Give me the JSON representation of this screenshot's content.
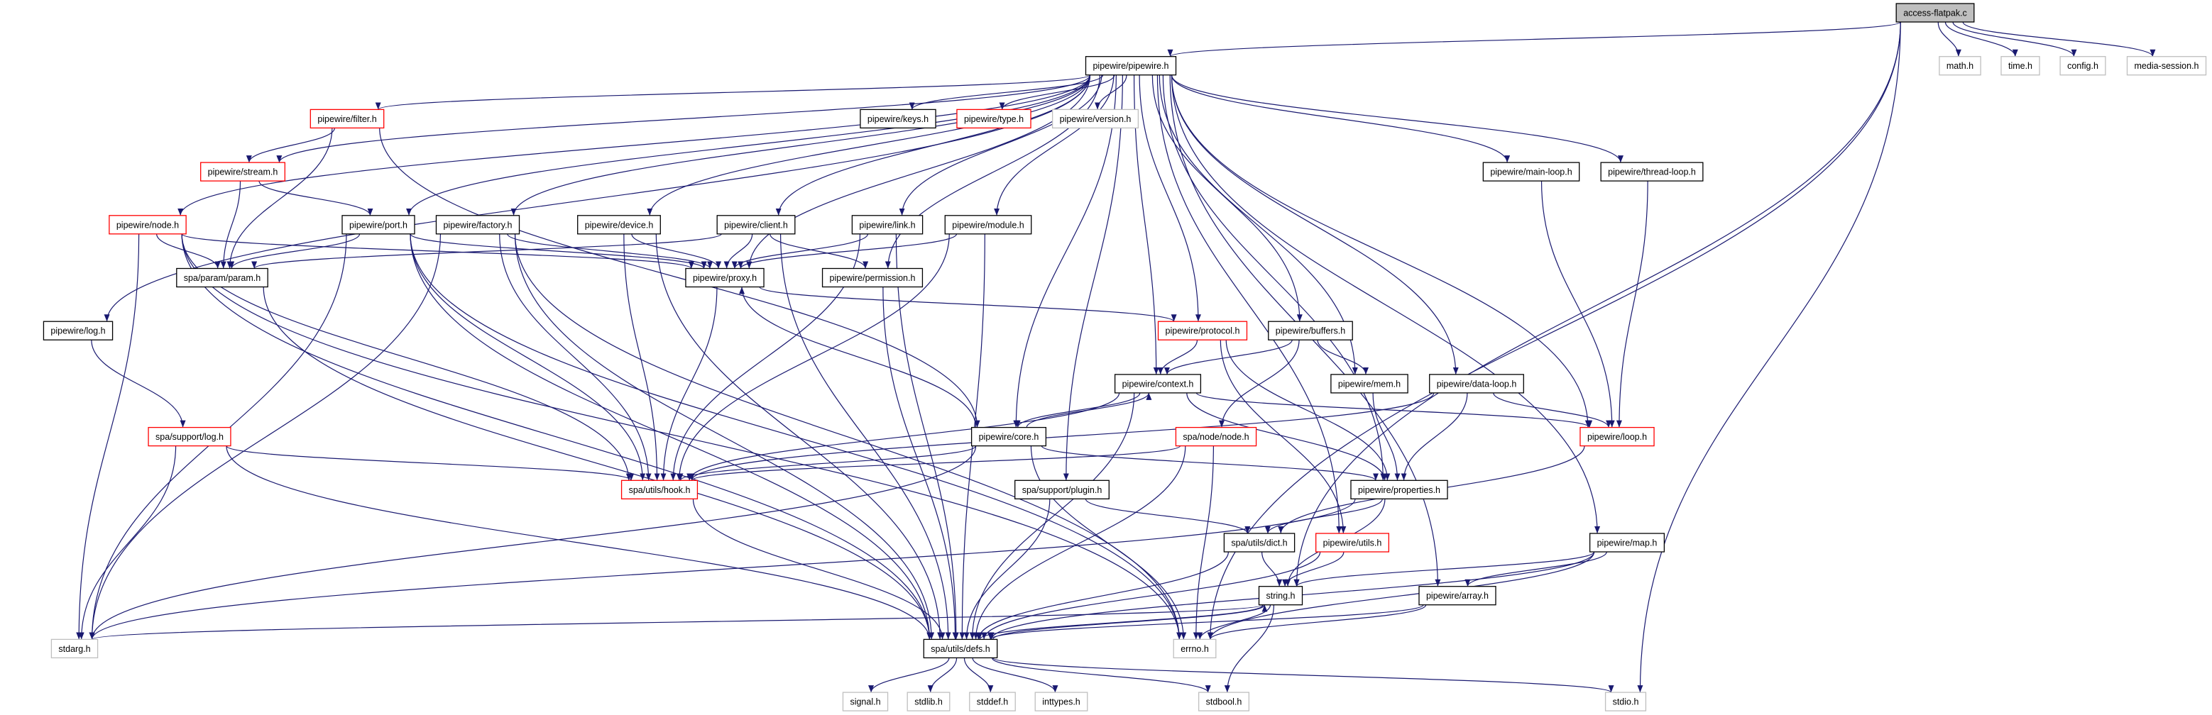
{
  "graph": {
    "colors": {
      "edge": "#191970",
      "node_border_normal": "#000000",
      "node_border_truncated": "#ff0000",
      "node_border_external": "#bfbfbf",
      "root_fill": "#bfbfbf"
    },
    "nodes": [
      {
        "id": "access",
        "label": "access-flatpak.c",
        "kind": "root"
      },
      {
        "id": "pipewire",
        "label": "pipewire/pipewire.h",
        "kind": "normal"
      },
      {
        "id": "math",
        "label": "math.h",
        "kind": "external"
      },
      {
        "id": "time",
        "label": "time.h",
        "kind": "external"
      },
      {
        "id": "config",
        "label": "config.h",
        "kind": "external"
      },
      {
        "id": "media",
        "label": "media-session.h",
        "kind": "external"
      },
      {
        "id": "filter",
        "label": "pipewire/filter.h",
        "kind": "truncated"
      },
      {
        "id": "keys",
        "label": "pipewire/keys.h",
        "kind": "normal"
      },
      {
        "id": "type",
        "label": "pipewire/type.h",
        "kind": "truncated"
      },
      {
        "id": "version",
        "label": "pipewire/version.h",
        "kind": "external"
      },
      {
        "id": "stream",
        "label": "pipewire/stream.h",
        "kind": "truncated"
      },
      {
        "id": "mainloop",
        "label": "pipewire/main-loop.h",
        "kind": "normal"
      },
      {
        "id": "threadloop",
        "label": "pipewire/thread-loop.h",
        "kind": "normal"
      },
      {
        "id": "node",
        "label": "pipewire/node.h",
        "kind": "truncated"
      },
      {
        "id": "port",
        "label": "pipewire/port.h",
        "kind": "normal"
      },
      {
        "id": "factory",
        "label": "pipewire/factory.h",
        "kind": "normal"
      },
      {
        "id": "device",
        "label": "pipewire/device.h",
        "kind": "normal"
      },
      {
        "id": "client",
        "label": "pipewire/client.h",
        "kind": "normal"
      },
      {
        "id": "link",
        "label": "pipewire/link.h",
        "kind": "normal"
      },
      {
        "id": "module",
        "label": "pipewire/module.h",
        "kind": "normal"
      },
      {
        "id": "param",
        "label": "spa/param/param.h",
        "kind": "normal"
      },
      {
        "id": "proxy",
        "label": "pipewire/proxy.h",
        "kind": "normal"
      },
      {
        "id": "permission",
        "label": "pipewire/permission.h",
        "kind": "normal"
      },
      {
        "id": "log",
        "label": "pipewire/log.h",
        "kind": "normal"
      },
      {
        "id": "protocol",
        "label": "pipewire/protocol.h",
        "kind": "truncated"
      },
      {
        "id": "buffers",
        "label": "pipewire/buffers.h",
        "kind": "normal"
      },
      {
        "id": "context",
        "label": "pipewire/context.h",
        "kind": "normal"
      },
      {
        "id": "mem",
        "label": "pipewire/mem.h",
        "kind": "normal"
      },
      {
        "id": "dataloop",
        "label": "pipewire/data-loop.h",
        "kind": "normal"
      },
      {
        "id": "supportlog",
        "label": "spa/support/log.h",
        "kind": "truncated"
      },
      {
        "id": "core",
        "label": "pipewire/core.h",
        "kind": "normal"
      },
      {
        "id": "spanode",
        "label": "spa/node/node.h",
        "kind": "truncated"
      },
      {
        "id": "loop",
        "label": "pipewire/loop.h",
        "kind": "truncated"
      },
      {
        "id": "hook",
        "label": "spa/utils/hook.h",
        "kind": "truncated"
      },
      {
        "id": "plugin",
        "label": "spa/support/plugin.h",
        "kind": "normal"
      },
      {
        "id": "properties",
        "label": "pipewire/properties.h",
        "kind": "normal"
      },
      {
        "id": "dict",
        "label": "spa/utils/dict.h",
        "kind": "normal"
      },
      {
        "id": "utils",
        "label": "pipewire/utils.h",
        "kind": "truncated"
      },
      {
        "id": "map",
        "label": "pipewire/map.h",
        "kind": "normal"
      },
      {
        "id": "string",
        "label": "string.h",
        "kind": "normal"
      },
      {
        "id": "array",
        "label": "pipewire/array.h",
        "kind": "normal"
      },
      {
        "id": "stdarg",
        "label": "stdarg.h",
        "kind": "external"
      },
      {
        "id": "defs",
        "label": "spa/utils/defs.h",
        "kind": "normal"
      },
      {
        "id": "errno",
        "label": "errno.h",
        "kind": "external"
      },
      {
        "id": "signal",
        "label": "signal.h",
        "kind": "external"
      },
      {
        "id": "stdlib",
        "label": "stdlib.h",
        "kind": "external"
      },
      {
        "id": "stddef",
        "label": "stddef.h",
        "kind": "external"
      },
      {
        "id": "inttypes",
        "label": "inttypes.h",
        "kind": "external"
      },
      {
        "id": "stdbool",
        "label": "stdbool.h",
        "kind": "external"
      },
      {
        "id": "stdio",
        "label": "stdio.h",
        "kind": "external"
      }
    ],
    "edges": [
      [
        "access",
        "pipewire"
      ],
      [
        "access",
        "math"
      ],
      [
        "access",
        "time"
      ],
      [
        "access",
        "config"
      ],
      [
        "access",
        "media"
      ],
      [
        "access",
        "string"
      ],
      [
        "access",
        "errno"
      ],
      [
        "access",
        "stdio"
      ],
      [
        "pipewire",
        "filter"
      ],
      [
        "pipewire",
        "stream"
      ],
      [
        "pipewire",
        "node"
      ],
      [
        "pipewire",
        "log"
      ],
      [
        "pipewire",
        "port"
      ],
      [
        "pipewire",
        "factory"
      ],
      [
        "pipewire",
        "device"
      ],
      [
        "pipewire",
        "client"
      ],
      [
        "pipewire",
        "proxy"
      ],
      [
        "pipewire",
        "permission"
      ],
      [
        "pipewire",
        "link"
      ],
      [
        "pipewire",
        "module"
      ],
      [
        "pipewire",
        "keys"
      ],
      [
        "pipewire",
        "type"
      ],
      [
        "pipewire",
        "version"
      ],
      [
        "pipewire",
        "core"
      ],
      [
        "pipewire",
        "plugin"
      ],
      [
        "pipewire",
        "context"
      ],
      [
        "pipewire",
        "protocol"
      ],
      [
        "pipewire",
        "buffers"
      ],
      [
        "pipewire",
        "mem"
      ],
      [
        "pipewire",
        "properties"
      ],
      [
        "pipewire",
        "dataloop"
      ],
      [
        "pipewire",
        "mainloop"
      ],
      [
        "pipewire",
        "threadloop"
      ],
      [
        "pipewire",
        "loop"
      ],
      [
        "pipewire",
        "utils"
      ],
      [
        "pipewire",
        "map"
      ],
      [
        "pipewire",
        "array"
      ],
      [
        "filter",
        "stream"
      ],
      [
        "filter",
        "param"
      ],
      [
        "filter",
        "core"
      ],
      [
        "stream",
        "param"
      ],
      [
        "stream",
        "port"
      ],
      [
        "node",
        "param"
      ],
      [
        "node",
        "proxy"
      ],
      [
        "node",
        "hook"
      ],
      [
        "node",
        "defs"
      ],
      [
        "node",
        "stdarg"
      ],
      [
        "node",
        "errno"
      ],
      [
        "port",
        "param"
      ],
      [
        "port",
        "proxy"
      ],
      [
        "port",
        "hook"
      ],
      [
        "port",
        "defs"
      ],
      [
        "port",
        "stdarg"
      ],
      [
        "port",
        "errno"
      ],
      [
        "factory",
        "proxy"
      ],
      [
        "factory",
        "hook"
      ],
      [
        "factory",
        "defs"
      ],
      [
        "factory",
        "errno"
      ],
      [
        "factory",
        "stdarg"
      ],
      [
        "device",
        "proxy"
      ],
      [
        "device",
        "hook"
      ],
      [
        "device",
        "defs"
      ],
      [
        "client",
        "param"
      ],
      [
        "client",
        "proxy"
      ],
      [
        "client",
        "permission"
      ],
      [
        "client",
        "defs"
      ],
      [
        "link",
        "proxy"
      ],
      [
        "link",
        "hook"
      ],
      [
        "link",
        "defs"
      ],
      [
        "module",
        "proxy"
      ],
      [
        "module",
        "hook"
      ],
      [
        "module",
        "defs"
      ],
      [
        "permission",
        "defs"
      ],
      [
        "proxy",
        "protocol"
      ],
      [
        "proxy",
        "hook"
      ],
      [
        "param",
        "defs"
      ],
      [
        "log",
        "supportlog"
      ],
      [
        "supportlog",
        "hook"
      ],
      [
        "supportlog",
        "stdarg"
      ],
      [
        "supportlog",
        "defs"
      ],
      [
        "protocol",
        "context"
      ],
      [
        "protocol",
        "properties"
      ],
      [
        "protocol",
        "utils"
      ],
      [
        "buffers",
        "context"
      ],
      [
        "buffers",
        "mem"
      ],
      [
        "buffers",
        "spanode"
      ],
      [
        "context",
        "core"
      ],
      [
        "context",
        "hook"
      ],
      [
        "context",
        "loop"
      ],
      [
        "context",
        "properties"
      ],
      [
        "context",
        "defs"
      ],
      [
        "core",
        "context"
      ],
      [
        "core",
        "proxy"
      ],
      [
        "core",
        "hook"
      ],
      [
        "core",
        "properties"
      ],
      [
        "core",
        "errno"
      ],
      [
        "core",
        "stdarg"
      ],
      [
        "mem",
        "properties"
      ],
      [
        "dataloop",
        "loop"
      ],
      [
        "dataloop",
        "properties"
      ],
      [
        "dataloop",
        "hook"
      ],
      [
        "mainloop",
        "loop"
      ],
      [
        "threadloop",
        "loop"
      ],
      [
        "loop",
        "dict"
      ],
      [
        "spanode",
        "hook"
      ],
      [
        "spanode",
        "defs"
      ],
      [
        "spanode",
        "errno"
      ],
      [
        "hook",
        "defs"
      ],
      [
        "plugin",
        "dict"
      ],
      [
        "plugin",
        "defs"
      ],
      [
        "properties",
        "dict"
      ],
      [
        "properties",
        "string"
      ],
      [
        "properties",
        "stdarg"
      ],
      [
        "dict",
        "string"
      ],
      [
        "dict",
        "defs"
      ],
      [
        "utils",
        "string"
      ],
      [
        "utils",
        "defs"
      ],
      [
        "map",
        "string"
      ],
      [
        "map",
        "defs"
      ],
      [
        "map",
        "errno"
      ],
      [
        "map",
        "array"
      ],
      [
        "array",
        "defs"
      ],
      [
        "array",
        "errno"
      ],
      [
        "string",
        "defs"
      ],
      [
        "string",
        "errno"
      ],
      [
        "string",
        "stdbool"
      ],
      [
        "string",
        "stdarg"
      ],
      [
        "defs",
        "string"
      ],
      [
        "defs",
        "signal"
      ],
      [
        "defs",
        "stdlib"
      ],
      [
        "defs",
        "stddef"
      ],
      [
        "defs",
        "inttypes"
      ],
      [
        "defs",
        "stdbool"
      ],
      [
        "defs",
        "stdio"
      ]
    ]
  }
}
